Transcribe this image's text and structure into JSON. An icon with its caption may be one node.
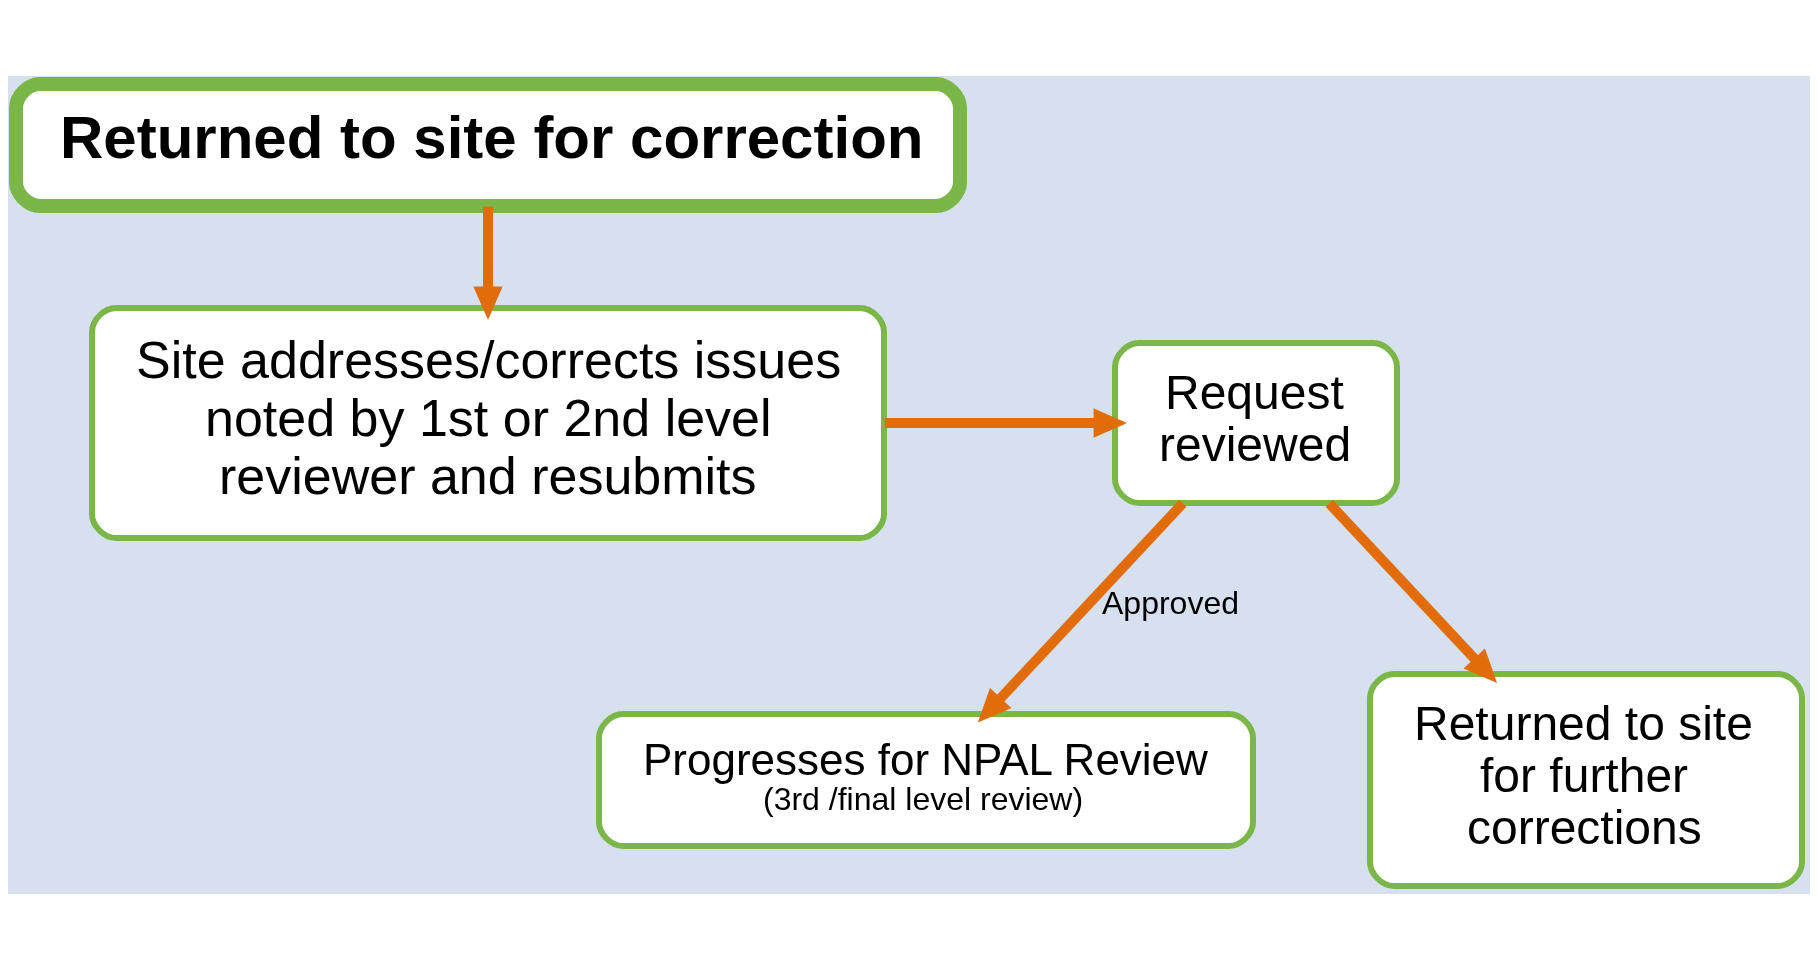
{
  "diagram": {
    "nodes": [
      {
        "text": [
          "Returned to site for correction"
        ]
      },
      {
        "text": [
          "Site addresses/corrects issues noted by 1st or 2nd level reviewer and resubmits"
        ]
      },
      {
        "text": [
          "Request reviewed"
        ]
      },
      {
        "text": [
          "Progresses for NPAL Review",
          "(3rd /final level review)"
        ]
      },
      {
        "text": [
          "Returned to site for further corrections"
        ]
      }
    ],
    "edges": [
      {
        "from": 0,
        "to": 1,
        "arrow": "to"
      },
      {
        "from": 1,
        "to": 2,
        "arrow": "to"
      },
      {
        "from": 2,
        "to": 3,
        "arrow": "to",
        "label": "Approved"
      },
      {
        "from": 2,
        "to": 4,
        "arrow": "to"
      }
    ]
  }
}
